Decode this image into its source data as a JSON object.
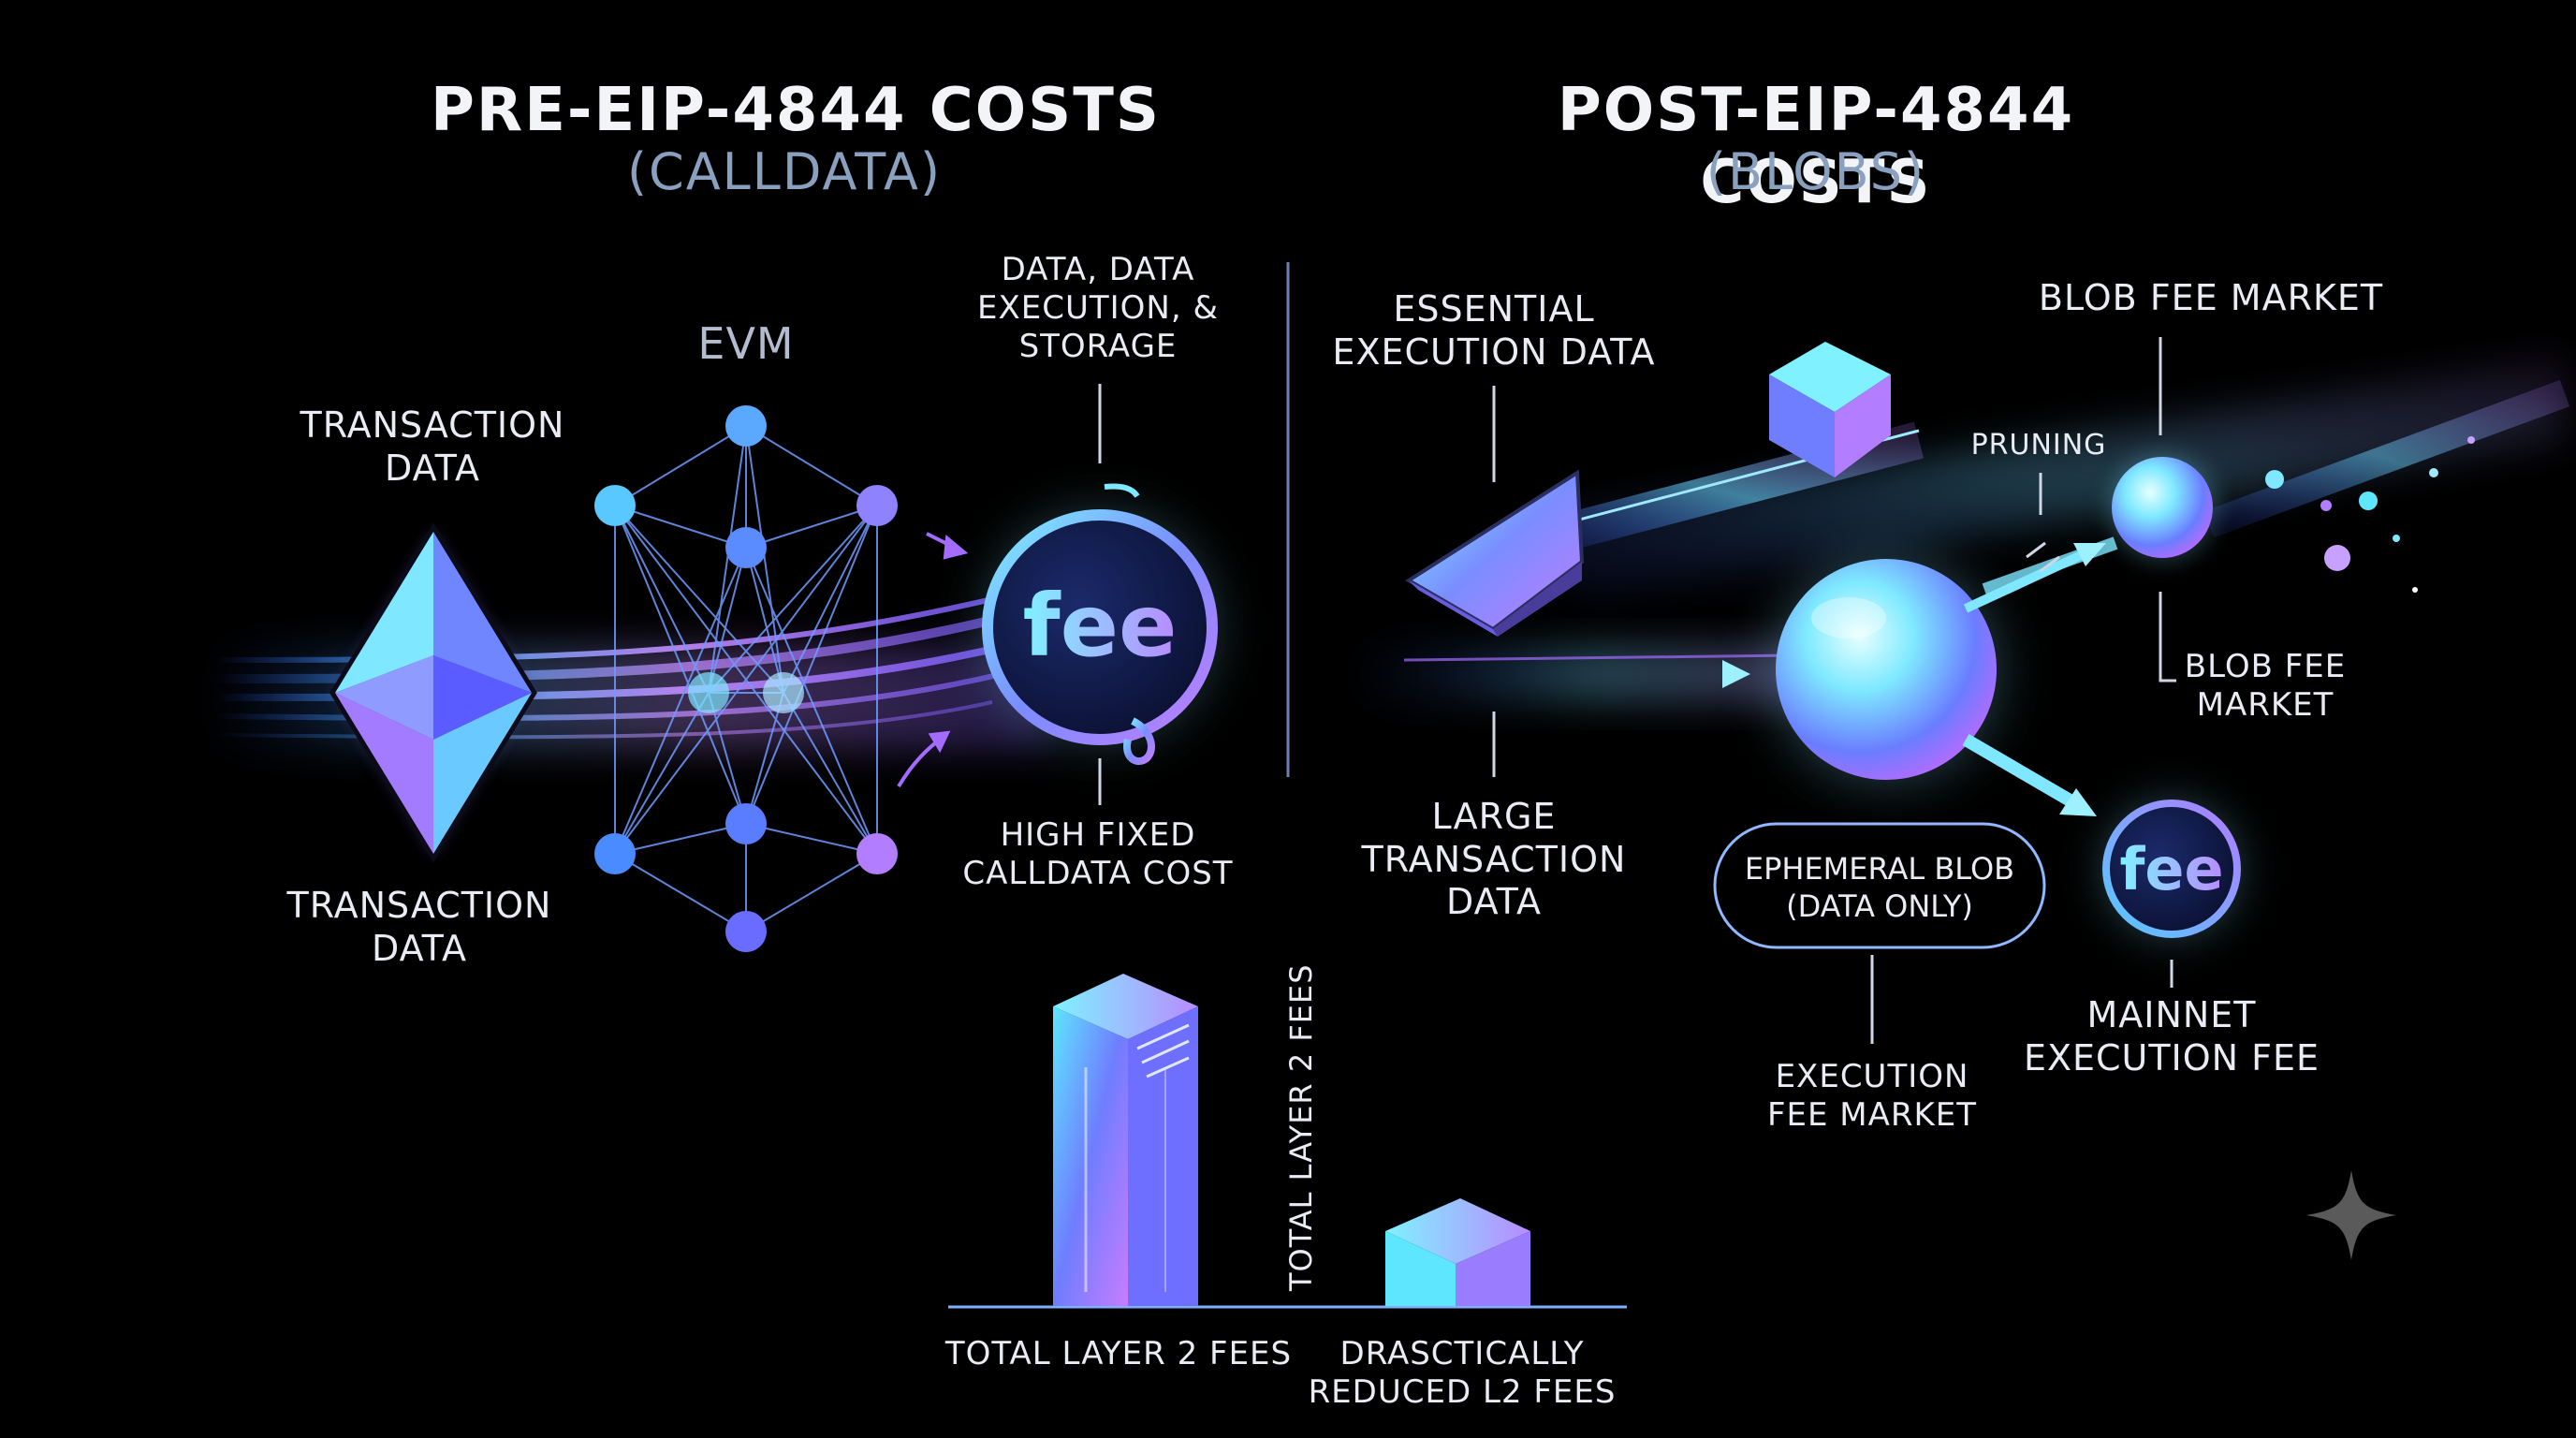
{
  "left": {
    "title": "PRE-EIP-4844 COSTS",
    "subtitle": "(CALLDATA)",
    "evm_label": "EVM",
    "transaction_data_top": "TRANSACTION\nDATA",
    "transaction_data_bottom": "TRANSACTION\nDATA",
    "data_execution_storage": "DATA, DATA\nEXECUTION, &\nSTORAGE",
    "fee_icon_text": "fee",
    "high_fixed_cost": "HIGH FIXED\nCALLDATA COST"
  },
  "right": {
    "title": "POST-EIP-4844 COSTS",
    "subtitle": "(BLOBS)",
    "essential_execution_data": "ESSENTIAL\nEXECUTION DATA",
    "blob_fee_market_top": "BLOB FEE MARKET",
    "pruning": "PRUNING",
    "blob_fee_market_side": "BLOB FEE\nMARKET",
    "large_transaction_data": "LARGE\nTRANSACTION\nDATA",
    "ephemeral_blob": "EPHEMERAL BLOB\n(DATA ONLY)",
    "execution_fee_market": "EXECUTION\nFEE MARKET",
    "fee_icon_text": "fee",
    "mainnet_execution_fee": "MAINNET\nEXECUTION FEE"
  },
  "comparison": {
    "vertical_label": "TOTAL LAYER 2 FEES",
    "bar1_label": "TOTAL LAYER 2 FEES",
    "bar2_label": "DRASCTICALLY\nREDUCED L2 FEES"
  },
  "colors": {
    "cyan": "#5ee6ff",
    "violet": "#a46bff",
    "blue": "#4a7bff",
    "label": "#e9ecf4",
    "subtitle": "#8aa0bf"
  }
}
